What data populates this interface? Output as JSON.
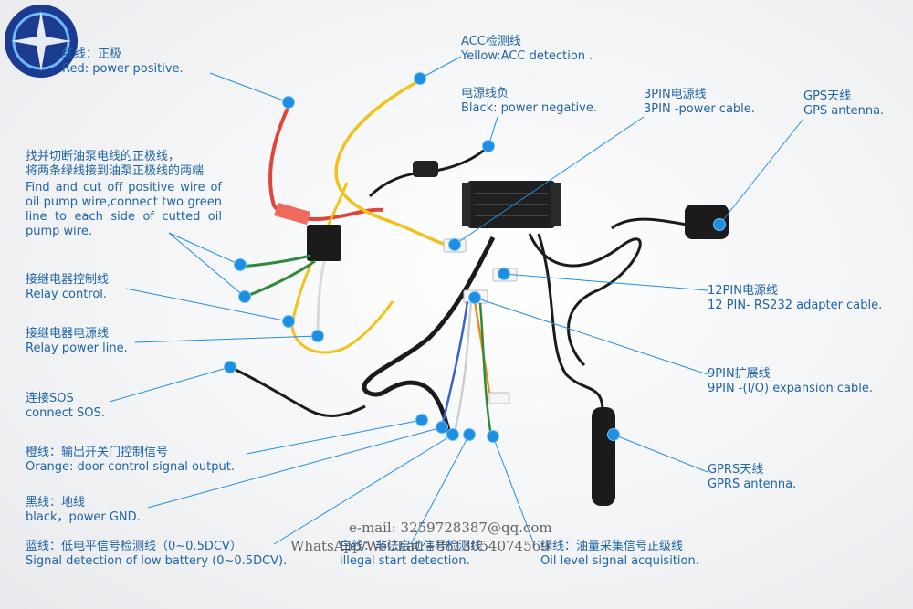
{
  "watermark": {
    "email": "e-mail: 3259728387@qq.com",
    "whatsapp": "WhatsApp/WeChat:+8613054074569"
  },
  "labels": {
    "power_positive": {
      "zh": "红线：正极",
      "en": "Red: power positive."
    },
    "acc": {
      "zh": "ACC检测线",
      "en": "Yellow:ACC detection ."
    },
    "power_negative": {
      "zh": "电源线负",
      "en": "Black: power negative."
    },
    "pin3": {
      "zh": "3PIN电源线",
      "en": "3PIN -power cable."
    },
    "gps": {
      "zh": "GPS天线",
      "en": "GPS antenna."
    },
    "cutoff": {
      "zh1": "找并切断油泵电线的正极线，",
      "zh2": "将两条绿线接到油泵正极线的两端",
      "en": "Find and cut off positive wire of oil pump wire,connect two green line to each side of cutted oil pump wire."
    },
    "relay_control": {
      "zh": "接继电器控制线",
      "en": "Relay control."
    },
    "pin12": {
      "zh": "12PIN电源线",
      "en": "12 PIN- RS232 adapter cable."
    },
    "relay_power": {
      "zh": "接继电器电源线",
      "en": "Relay power line."
    },
    "pin9": {
      "zh": "9PIN扩展线",
      "en": "9PIN -(I/O) expansion cable."
    },
    "sos": {
      "zh": "连接SOS",
      "en": "connect SOS."
    },
    "orange": {
      "zh": "橙线：输出开关门控制信号",
      "en": "Orange: door control signal output."
    },
    "gprs": {
      "zh": "GPRS天线",
      "en": "GPRS antenna."
    },
    "gnd": {
      "zh": "黑线：地线",
      "en": "black，power GND."
    },
    "blue": {
      "zh": "蓝线：低电平信号检测线（0~0.5DCV）",
      "en": "Signal detection of low battery (0~0.5DCV)."
    },
    "white": {
      "zh": "白线：非法启动信号检测线",
      "en": "illegal start detection."
    },
    "green": {
      "zh": "绿线：油量采集信号正级线",
      "en": "Oil level signal acquisition."
    }
  },
  "colors": {
    "label_text": "#1e64a6",
    "dot": "#1e8fe0",
    "leader": "#1e8fe0",
    "wire_red": "#e0453a",
    "wire_yellow": "#f2c21b",
    "wire_black": "#1b1b1b",
    "wire_green": "#2f8a3c",
    "wire_blue": "#3a63c8",
    "wire_orange": "#f08a1c",
    "wire_white": "#e8e8e8"
  }
}
